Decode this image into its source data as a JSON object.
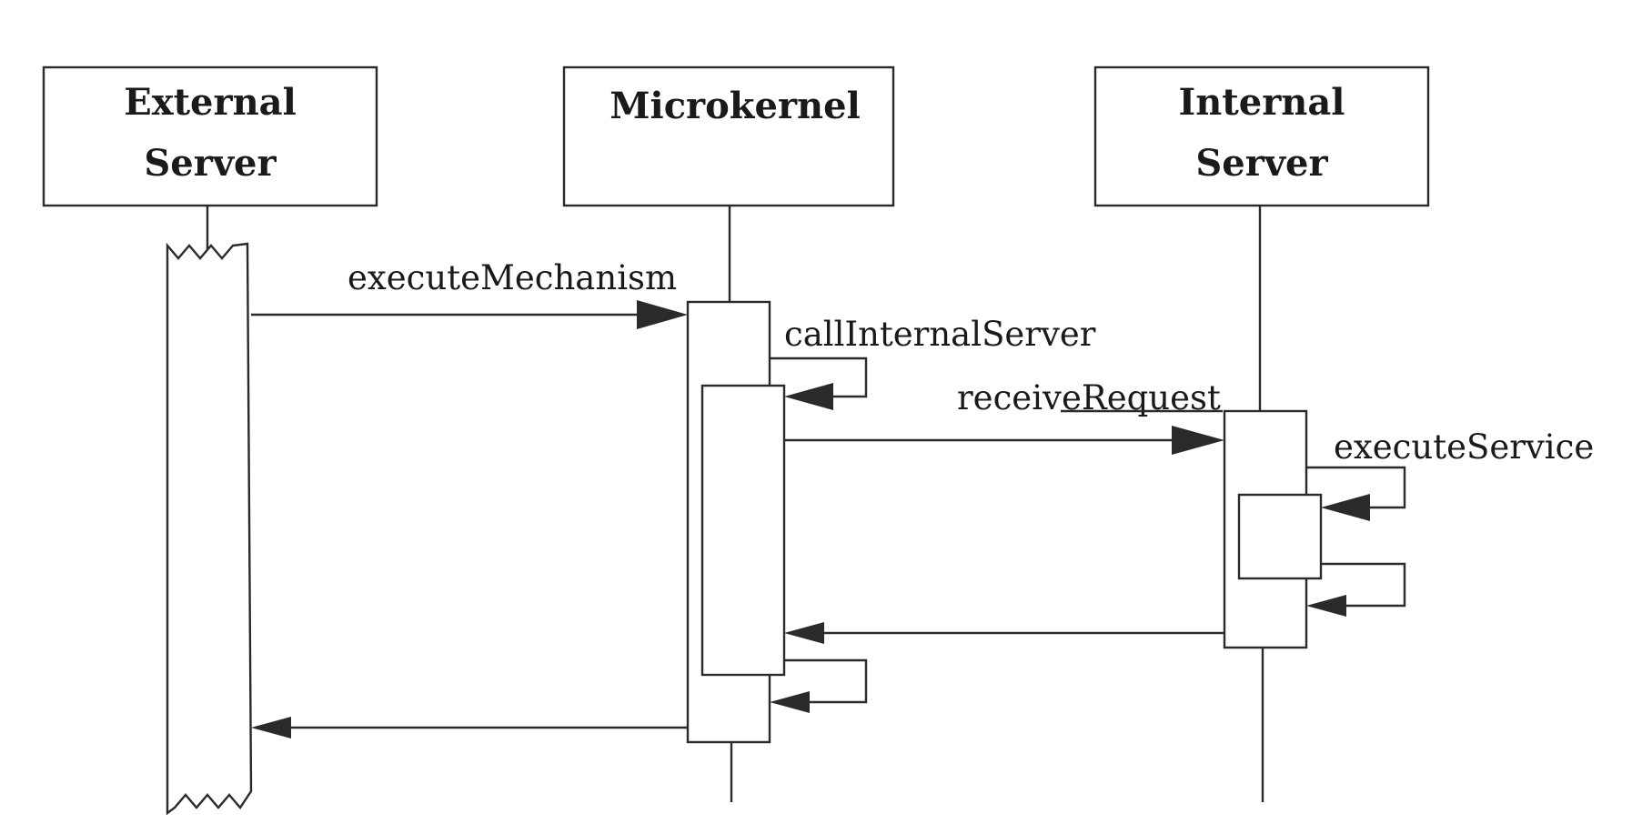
{
  "diagram": {
    "type": "sequence",
    "participants": [
      {
        "id": "external",
        "line1": "External",
        "line2": "Server"
      },
      {
        "id": "microkernel",
        "line1": "Microkernel",
        "line2": ""
      },
      {
        "id": "internal",
        "line1": "Internal",
        "line2": "Server"
      }
    ],
    "messages": [
      {
        "id": "m1",
        "label": "executeMechanism",
        "from": "external",
        "to": "microkernel"
      },
      {
        "id": "m2",
        "label": "callInternalServer",
        "from": "microkernel",
        "to": "microkernel"
      },
      {
        "id": "m3",
        "label": "receiveRequest",
        "from": "microkernel",
        "to": "internal"
      },
      {
        "id": "m4",
        "label": "executeService",
        "from": "internal",
        "to": "internal"
      },
      {
        "id": "m5",
        "label": "",
        "from": "internal",
        "to": "internal"
      },
      {
        "id": "m6",
        "label": "",
        "from": "internal",
        "to": "microkernel"
      },
      {
        "id": "m7",
        "label": "",
        "from": "microkernel",
        "to": "microkernel"
      },
      {
        "id": "m8",
        "label": "",
        "from": "microkernel",
        "to": "external"
      }
    ],
    "colors": {
      "line": "#2a2a2a",
      "background": "#ffffff"
    }
  }
}
